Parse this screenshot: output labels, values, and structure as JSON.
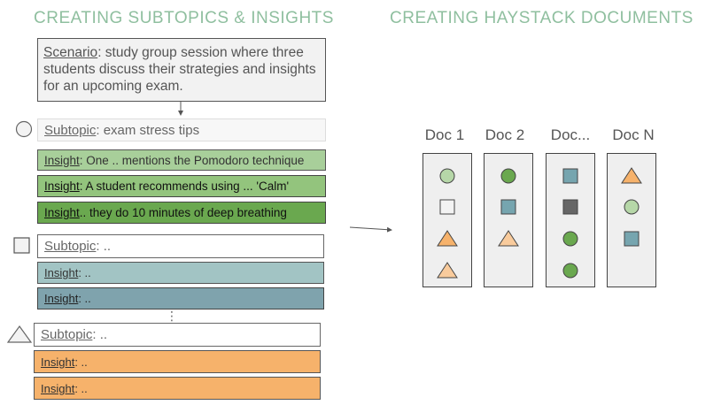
{
  "left_title": "CREATING SUBTOPICS & INSIGHTS",
  "right_title": "CREATING HAYSTACK DOCUMENTS",
  "scenario": {
    "label": "Scenario",
    "text": ": study group session where three students discuss their strategies and insights for an upcoming exam."
  },
  "groups": [
    {
      "marker": "circle",
      "subtopic_label": "Subtopic",
      "subtopic_text": ": exam stress tips",
      "insights": [
        {
          "label": "Insight",
          "text": ": One .. mentions the Pomodoro technique"
        },
        {
          "label": "Insight",
          "text": ": A student recommends using ... 'Calm'"
        },
        {
          "label": "Insight",
          "text": " .. they do  10 minutes of deep breathing"
        }
      ]
    },
    {
      "marker": "square",
      "subtopic_label": "Subtopic",
      "subtopic_text": ": ..",
      "insights": [
        {
          "label": "Insight",
          "text": ": .."
        },
        {
          "label": "Insight",
          "text": ": .."
        }
      ]
    },
    {
      "marker": "triangle",
      "subtopic_label": "Subtopic",
      "subtopic_text": ": ..",
      "insights": [
        {
          "label": "Insight",
          "text": ": .."
        },
        {
          "label": "Insight",
          "text": ": .."
        }
      ]
    }
  ],
  "ellipsis": "⋮",
  "docs": [
    {
      "label": "Doc 1",
      "items": [
        {
          "shape": "circle",
          "color": "#b6d7a8"
        },
        {
          "shape": "square",
          "color": "#f3f3f3"
        },
        {
          "shape": "triangle",
          "color": "#f6b26b"
        },
        {
          "shape": "triangle",
          "color": "#f9cb9c"
        }
      ]
    },
    {
      "label": "Doc 2",
      "items": [
        {
          "shape": "circle",
          "color": "#6aa84f"
        },
        {
          "shape": "square",
          "color": "#76a5af"
        },
        {
          "shape": "triangle",
          "color": "#f9cb9c"
        }
      ]
    },
    {
      "label": "Doc...",
      "items": [
        {
          "shape": "square",
          "color": "#76a5af"
        },
        {
          "shape": "square",
          "color": "#666666"
        },
        {
          "shape": "circle",
          "color": "#6aa84f"
        },
        {
          "shape": "circle",
          "color": "#6aa84f"
        }
      ]
    },
    {
      "label": "Doc N",
      "items": [
        {
          "shape": "triangle",
          "color": "#f6b26b"
        },
        {
          "shape": "circle",
          "color": "#b6d7a8"
        },
        {
          "shape": "square",
          "color": "#76a5af"
        }
      ]
    }
  ]
}
